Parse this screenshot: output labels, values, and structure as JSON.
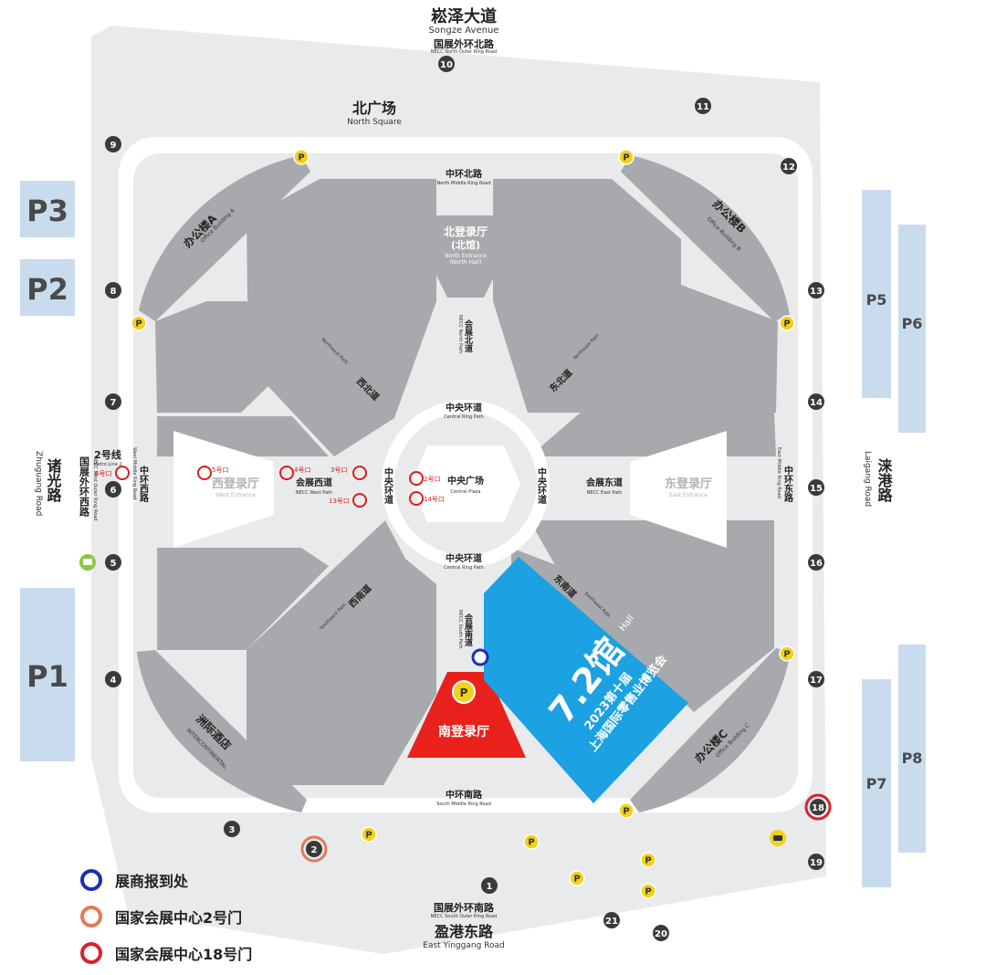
{
  "colors": {
    "ground": "#e9eaec",
    "road": "#ffffff",
    "block": "#a7a9ac",
    "parking_lot": "#c9dcee",
    "parking_text": "#4a4a4a",
    "hall72": "#1ca1e2",
    "south_entrance": "#e8211d",
    "metro": "#d81e1e",
    "p_badge": "#f3d11a",
    "gate": "#3a3a3a",
    "registration": "#1b2fb5",
    "gate2_ring": "#e07b57",
    "gate18_ring": "#d9232b",
    "bus": "#8cc63e"
  },
  "roads": {
    "north_top_zh": "崧泽大道",
    "north_top_en": "Songze Avenue",
    "north_outer_zh": "国展外环北路",
    "north_outer_en": "NECC North Outer Ring Road",
    "south_outer_zh": "国展外环南路",
    "south_outer_en": "NECC South Outer Ring Road",
    "south_main_zh": "盈港东路",
    "south_main_en": "East Yinggang Road",
    "west_main_zh": "诸光路",
    "west_main_en": "Zhuguang Road",
    "west_outer_zh": "国展外环西路",
    "west_outer_en": "NECC West Outer Ring Road",
    "east_main_zh": "涞港路",
    "east_main_en": "Laigang Road",
    "north_mid_zh": "中环北路",
    "north_mid_en": "North Middle Ring Road",
    "south_mid_zh": "中环南路",
    "south_mid_en": "South Middle Ring Road",
    "west_mid_zh": "中环西路",
    "west_mid_en": "West Middle Ring Road",
    "east_mid_zh": "中环东路",
    "east_mid_en": "East Middle Ring Road",
    "central_ring_zh": "中央环道",
    "central_ring_en": "Central Ring Path",
    "north_path_zh": "会展北道",
    "north_path_en": "NECC North Path",
    "south_path_zh": "会展南道",
    "south_path_en": "NECC South Path",
    "west_path_zh": "会展西道",
    "west_path_en": "NECC West Path",
    "east_path_zh": "会展东道",
    "east_path_en": "NECC East Path",
    "nw_path_zh": "西北道",
    "nw_path_en": "Northwest Path",
    "ne_path_zh": "东北道",
    "ne_path_en": "Northeast Path",
    "sw_path_zh": "西南道",
    "sw_path_en": "Southwest Path",
    "se_path_zh": "东南道",
    "se_path_en": "Southeast Path",
    "metro_line_zh": "2号线",
    "metro_line_en": "Metro Line 2"
  },
  "areas": {
    "north_square_zh": "北广场",
    "north_square_en": "North Square",
    "north_entrance_zh": "北登录厅",
    "north_entrance_sub": "(北馆)",
    "north_entrance_en1": "North Entrance",
    "north_entrance_en2": "(North Hall)",
    "west_entrance_zh": "西登录厅",
    "west_entrance_en": "West Entrance",
    "east_entrance_zh": "东登录厅",
    "east_entrance_en": "East Entrance",
    "south_entrance_zh": "南登录厅",
    "central_plaza_zh": "中央广场",
    "central_plaza_en": "Central Plaza",
    "office_a_zh": "办公楼A",
    "office_a_en": "Office Building A",
    "office_b_zh": "办公楼B",
    "office_b_en": "Office Building B",
    "office_c_zh": "办公楼C",
    "office_c_en": "Office Building C",
    "hotel_zh": "洲际酒店",
    "hotel_en": "INTERCONTINENTAL"
  },
  "hall": {
    "number": "7.2馆",
    "en": "Hall",
    "line1": "2023第十届",
    "line2": "上海国际零售业博览会"
  },
  "metro_exits": [
    "5号口",
    "4号口",
    "3号口",
    "13号口",
    "6号口",
    "2号口",
    "14号口"
  ],
  "parking_lots": [
    "P3",
    "P2",
    "P1",
    "P5",
    "P6",
    "P7",
    "P8"
  ],
  "parking_badge": "P",
  "gates": [
    "1",
    "2",
    "3",
    "4",
    "5",
    "6",
    "7",
    "8",
    "9",
    "10",
    "11",
    "12",
    "13",
    "14",
    "15",
    "16",
    "17",
    "18",
    "19",
    "20",
    "21"
  ],
  "legend": [
    {
      "label": "展商报到处",
      "color": "#1b2fb5"
    },
    {
      "label": "国家会展中心2号门",
      "color": "#e07b57"
    },
    {
      "label": "国家会展中心18号门",
      "color": "#d9232b"
    }
  ]
}
